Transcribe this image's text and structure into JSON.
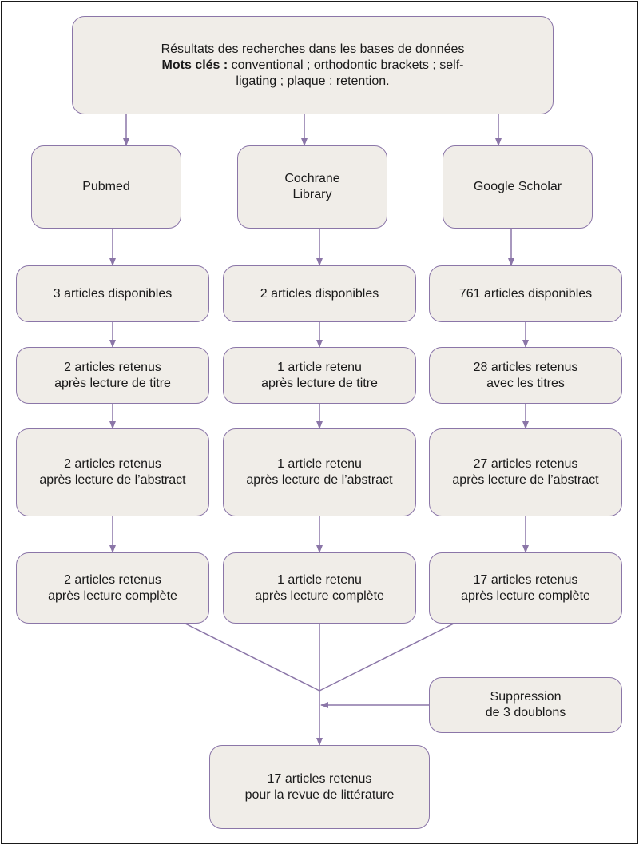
{
  "colors": {
    "box_fill": "#f0ede8",
    "box_border": "#8b76a8",
    "connector": "#8b76a8",
    "text": "#1a1a1a"
  },
  "top": {
    "line1": "Résultats des recherches dans les bases de données",
    "keywords_label": "Mots clés :",
    "keywords_line1": " conventional ; orthodontic brackets ; self-",
    "keywords_line2": "ligating ; plaque ; retention."
  },
  "columns": [
    {
      "source": [
        "Pubmed"
      ],
      "available": [
        "3 articles disponibles"
      ],
      "after_title": [
        "2 articles retenus",
        "après lecture de titre"
      ],
      "after_abstract": [
        "2 articles retenus",
        "après lecture de l’abstract"
      ],
      "after_full": [
        "2 articles retenus",
        "après lecture complète"
      ]
    },
    {
      "source": [
        "Cochrane",
        "Library"
      ],
      "available": [
        "2 articles disponibles"
      ],
      "after_title": [
        "1 article retenu",
        "après lecture de titre"
      ],
      "after_abstract": [
        "1 article retenu",
        "après lecture de l’abstract"
      ],
      "after_full": [
        "1 article retenu",
        "après lecture complète"
      ]
    },
    {
      "source": [
        "Google Scholar"
      ],
      "available": [
        "761 articles disponibles"
      ],
      "after_title": [
        "28 articles retenus",
        "avec les titres"
      ],
      "after_abstract": [
        "27 articles retenus",
        "après lecture de l’abstract"
      ],
      "after_full": [
        "17 articles retenus",
        "après lecture complète"
      ]
    }
  ],
  "duplicates": [
    "Suppression",
    "de 3 doublons"
  ],
  "final": [
    "17 articles retenus",
    "pour la revue de littérature"
  ]
}
